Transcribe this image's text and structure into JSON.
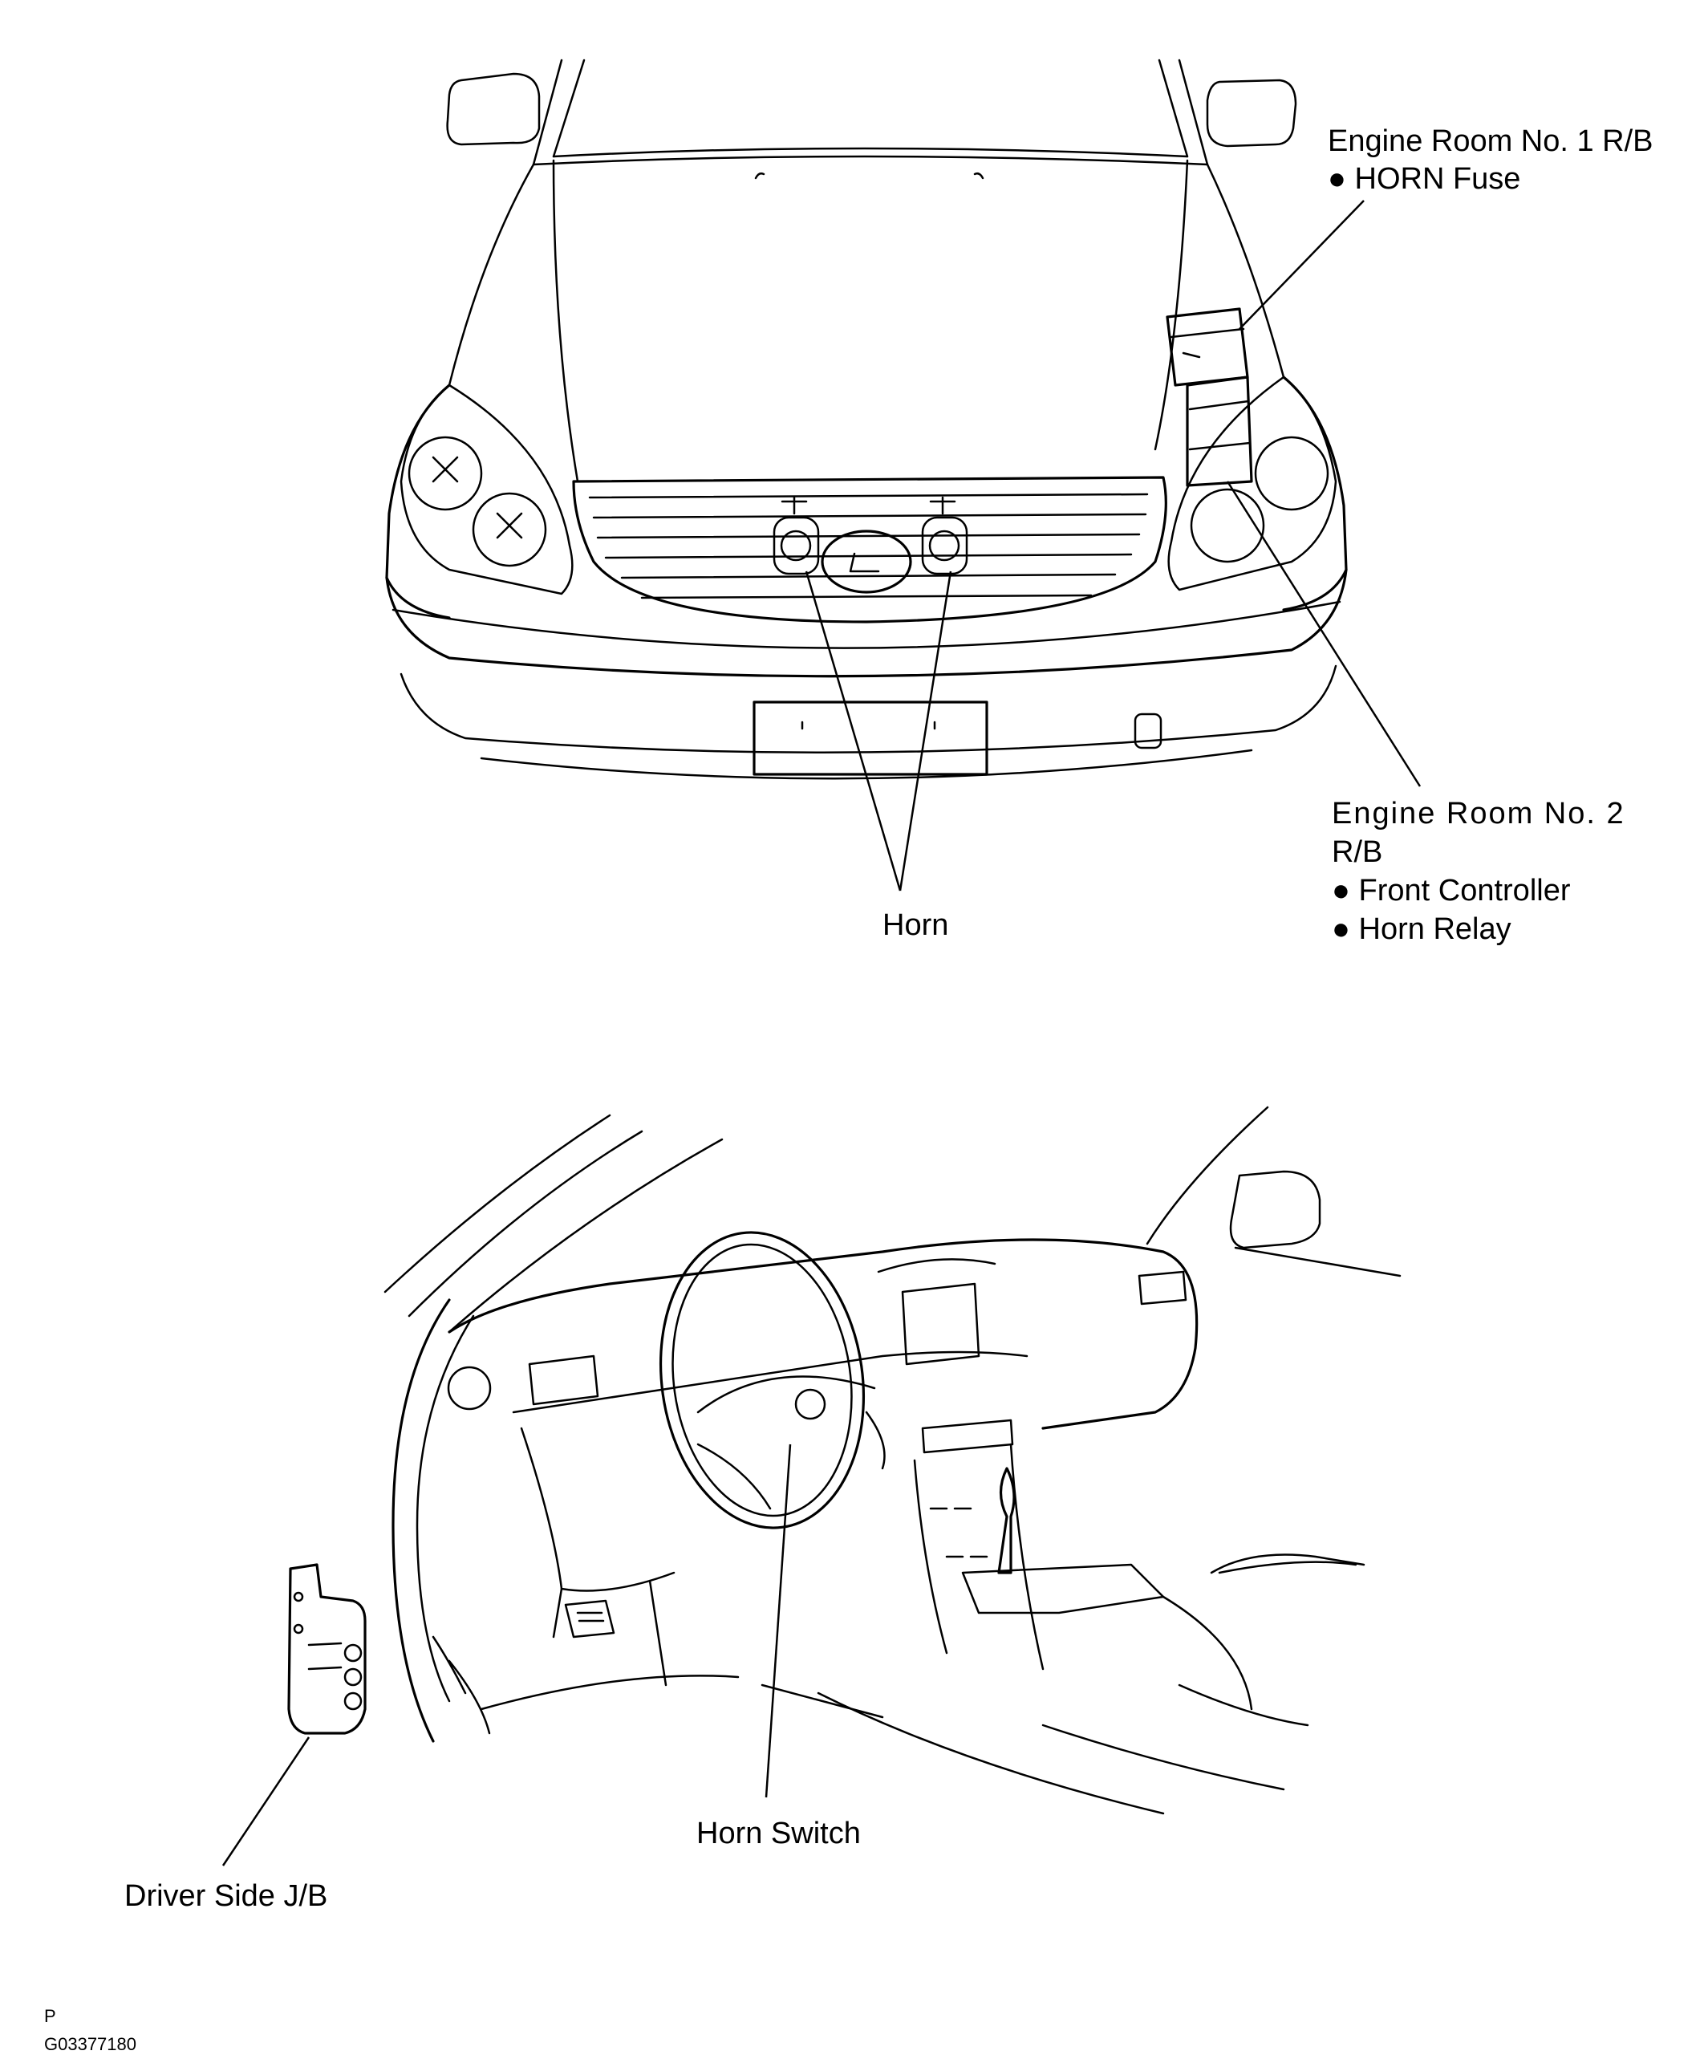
{
  "labels": {
    "er1_title": "Engine Room No. 1 R/B",
    "er1_item": "HORN Fuse",
    "er2_title_1": "Engine Room No. 2",
    "er2_title_2": "R/B",
    "er2_item_1": "Front Controller",
    "er2_item_2": "Horn Relay",
    "horn": "Horn",
    "horn_switch": "Horn Switch",
    "driver_jb": "Driver Side J/B"
  },
  "footer": {
    "letter": "P",
    "code": "G03377180"
  }
}
